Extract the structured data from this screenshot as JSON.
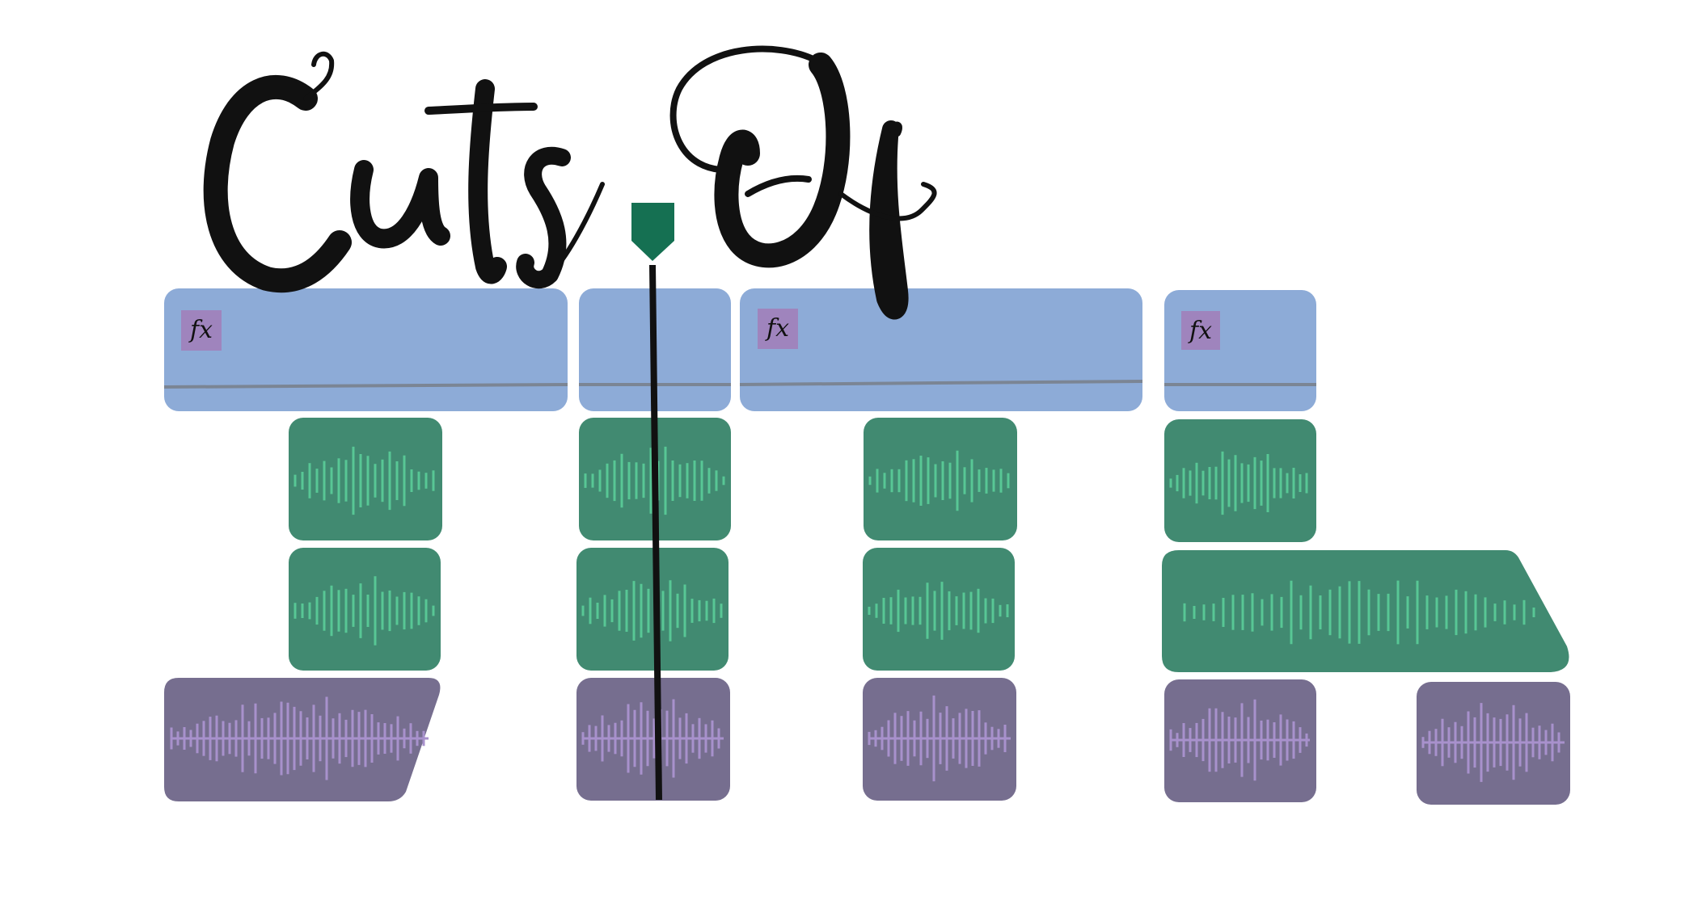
{
  "logo": {
    "title": "Cuts Of",
    "subtitle_mark": "JTTh",
    "fx_badge_label": "fx"
  },
  "colors": {
    "background": "#ffffff",
    "title_ink": "#111111",
    "video_clip": "#8dabd7",
    "video_clip_line": "#7b8594",
    "fx_badge": "#9f84bd",
    "audio_clip": "#418a71",
    "audio_wave": "#58c795",
    "music_clip": "#766e8f",
    "music_wave": "#a891cc",
    "playhead": "#157052",
    "playhead_line": "#111111"
  },
  "icons": {
    "playhead_marker": "playhead-icon",
    "waveform": "waveform-icon"
  }
}
